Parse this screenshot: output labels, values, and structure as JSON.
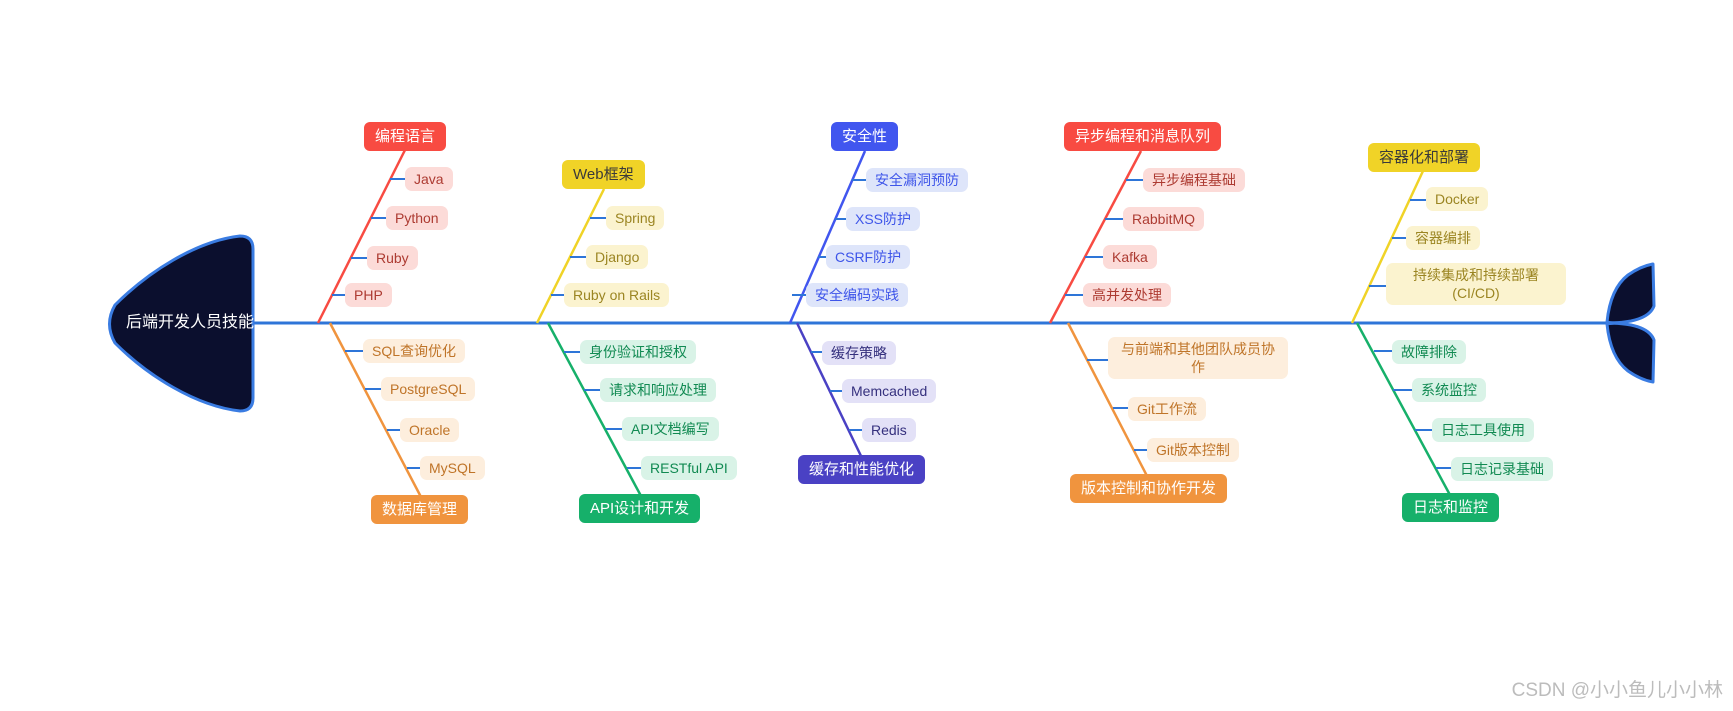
{
  "title": "后端开发人员技能",
  "watermark": "CSDN @小小鱼儿小小林",
  "palette": {
    "spine": "#2e75d8",
    "head_fill": "#0b0f2e",
    "head_stroke": "#3a7ce2",
    "red": "#f84b42",
    "orange": "#f0943e",
    "yellow": "#f0d327",
    "green": "#16b06a",
    "blue": "#4156ef",
    "indigo": "#4a41c4"
  },
  "branches": [
    {
      "label": "编程语言",
      "side": "top",
      "color": "red",
      "items": [
        "Java",
        "Python",
        "Ruby",
        "PHP"
      ]
    },
    {
      "label": "数据库管理",
      "side": "bottom",
      "color": "orange",
      "items": [
        "SQL查询优化",
        "PostgreSQL",
        "Oracle",
        "MySQL"
      ]
    },
    {
      "label": "Web框架",
      "side": "top",
      "color": "yellow",
      "items": [
        "Spring",
        "Django",
        "Ruby on Rails"
      ]
    },
    {
      "label": "API设计和开发",
      "side": "bottom",
      "color": "green",
      "items": [
        "身份验证和授权",
        "请求和响应处理",
        "API文档编写",
        "RESTful API"
      ]
    },
    {
      "label": "安全性",
      "side": "top",
      "color": "blue",
      "items": [
        "安全漏洞预防",
        "XSS防护",
        "CSRF防护",
        "安全编码实践"
      ]
    },
    {
      "label": "缓存和性能优化",
      "side": "bottom",
      "color": "indigo",
      "items": [
        "缓存策略",
        "Memcached",
        "Redis"
      ]
    },
    {
      "label": "异步编程和消息队列",
      "side": "top",
      "color": "red",
      "items": [
        "异步编程基础",
        "RabbitMQ",
        "Kafka",
        "高并发处理"
      ]
    },
    {
      "label": "版本控制和协作开发",
      "side": "bottom",
      "color": "orange",
      "items": [
        "与前端和其他团队成员协作",
        "Git工作流",
        "Git版本控制"
      ]
    },
    {
      "label": "容器化和部署",
      "side": "top",
      "color": "yellow",
      "items": [
        "Docker",
        "容器编排",
        "持续集成和持续部署(CI/CD)"
      ]
    },
    {
      "label": "日志和监控",
      "side": "bottom",
      "color": "green",
      "items": [
        "故障排除",
        "系统监控",
        "日志工具使用",
        "日志记录基础"
      ]
    }
  ]
}
